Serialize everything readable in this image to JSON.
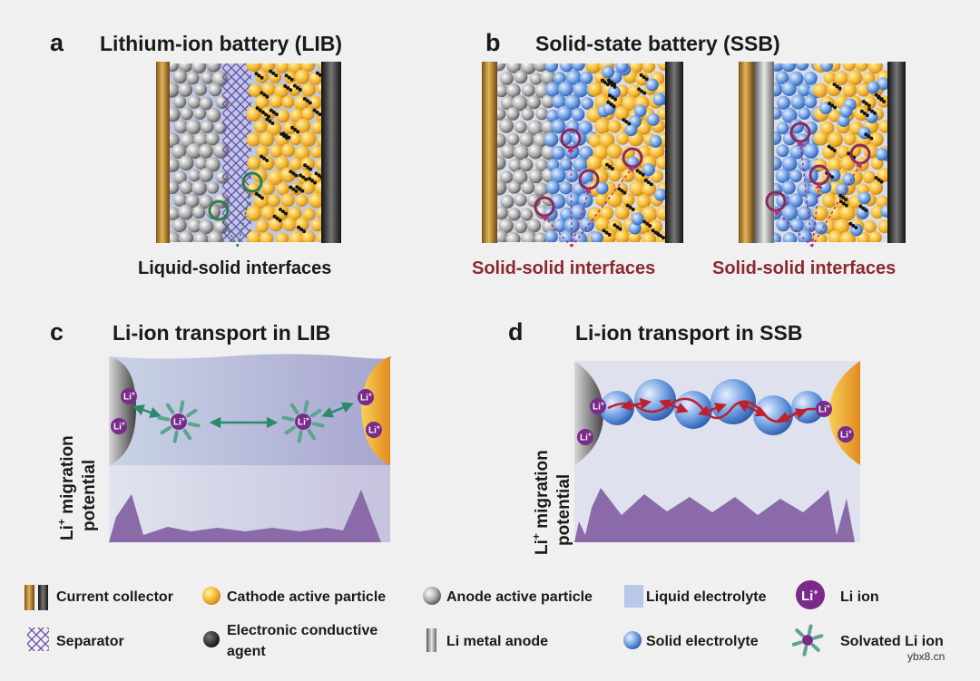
{
  "panels": {
    "a": {
      "letter": "a",
      "title": "Lithium-ion battery (LIB)",
      "label": "Liquid-solid interfaces"
    },
    "b": {
      "letter": "b",
      "title": "Solid-state battery (SSB)",
      "label_left": "Solid-solid interfaces",
      "label_right": "Solid-solid interfaces"
    },
    "c": {
      "letter": "c",
      "title": "Li-ion transport in LIB"
    },
    "d": {
      "letter": "d",
      "title": "Li-ion transport in SSB"
    }
  },
  "axis": {
    "ylabel_line1": "Li",
    "ylabel_sup": "+",
    "ylabel_rest": " migration",
    "ylabel_line2": "potential"
  },
  "ion_label": "Li",
  "ion_sup": "+",
  "legend": {
    "current_collector": "Current collector",
    "cathode_particle": "Cathode active particle",
    "anode_particle": "Anode active particle",
    "liquid_electrolyte": "Liquid electrolyte",
    "li_ion": "Li ion",
    "separator": "Separator",
    "conductive_agent_1": "Electronic conductive",
    "conductive_agent_2": "agent",
    "li_metal_anode": "Li metal anode",
    "solid_electrolyte": "Solid electrolyte",
    "solvated_li_ion": "Solvated Li ion"
  },
  "watermark": "ybx8.cn",
  "colors": {
    "copper": "#b8862c",
    "cathode": "#f5b731",
    "anode": "#a9a9a9",
    "solid_electrolyte": "#6c9ce0",
    "liquid_electrolyte": "#b8c8e8",
    "li_ion": "#7a2a8a",
    "interface_green": "#2e7d46",
    "interface_red": "#8b2a5a",
    "arrow_green": "#2a8a6a",
    "arrow_red": "#c0202a",
    "potential": "#8a6aa8"
  }
}
